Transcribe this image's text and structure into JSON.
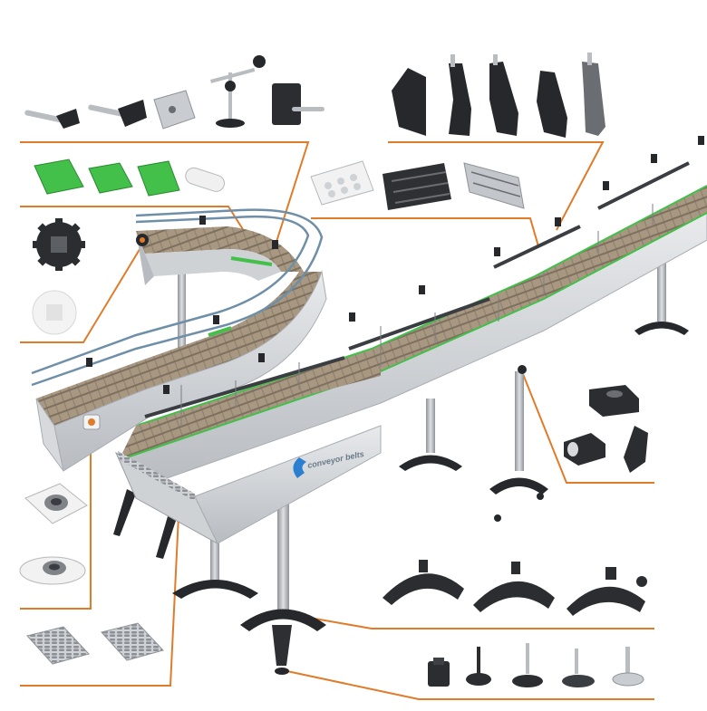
{
  "image": {
    "subject": "modular-conveyor-components",
    "conveyor_logo_text": "conveyor belts",
    "colors": {
      "callout_line": "#e07b2a",
      "belt": "#a89882",
      "belt_dark": "#7e705f",
      "frame": "#d7d9dc",
      "frame_dark": "#a9adb2",
      "leg": "#b9bcc0",
      "plastic_black": "#26282b",
      "guide_blue": "#6f8fa8",
      "accent_green": "#43c04a",
      "chain_white": "#f2f2f2"
    },
    "callouts": [
      {
        "id": "rod-holders"
      },
      {
        "id": "wear-strips"
      },
      {
        "id": "sprockets"
      },
      {
        "id": "bearing-housings"
      },
      {
        "id": "transfer-plates"
      },
      {
        "id": "side-guide-brackets"
      },
      {
        "id": "chains"
      },
      {
        "id": "clamps"
      },
      {
        "id": "leg-bases"
      },
      {
        "id": "levelling-feet"
      }
    ]
  }
}
